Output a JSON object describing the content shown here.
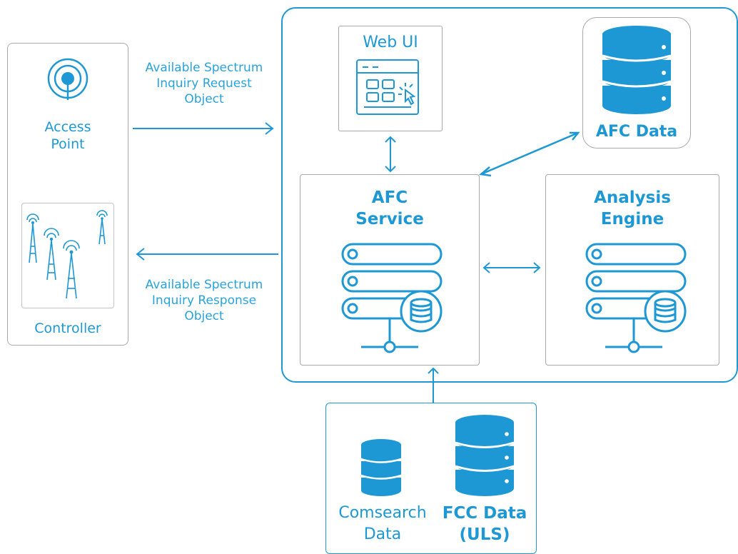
{
  "colors": {
    "accent": "#1e98d4",
    "border_gray": "#a9a9a9"
  },
  "client": {
    "access_point": {
      "label_line1": "Access",
      "label_line2": "Point",
      "icon": "access-point-icon"
    },
    "controller": {
      "label": "Controller",
      "icon": "cell-towers-icon"
    }
  },
  "flows": {
    "request": {
      "line1": "Available Spectrum",
      "line2": "Inquiry Request",
      "line3": "Object"
    },
    "response": {
      "line1": "Available Spectrum",
      "line2": "Inquiry Response",
      "line3": "Object"
    }
  },
  "system": {
    "web_ui": {
      "label": "Web UI",
      "icon": "web-browser-click-icon"
    },
    "afc_data": {
      "label": "AFC Data",
      "icon": "database-icon"
    },
    "afc_service": {
      "line1": "AFC",
      "line2": "Service",
      "icon": "server-database-icon"
    },
    "analysis_engine": {
      "line1": "Analysis",
      "line2": "Engine",
      "icon": "server-database-icon"
    }
  },
  "sources": {
    "comsearch": {
      "line1": "Comsearch",
      "line2": "Data",
      "icon": "database-icon"
    },
    "fcc": {
      "line1": "FCC Data",
      "line2": "(ULS)",
      "icon": "database-icon"
    }
  }
}
